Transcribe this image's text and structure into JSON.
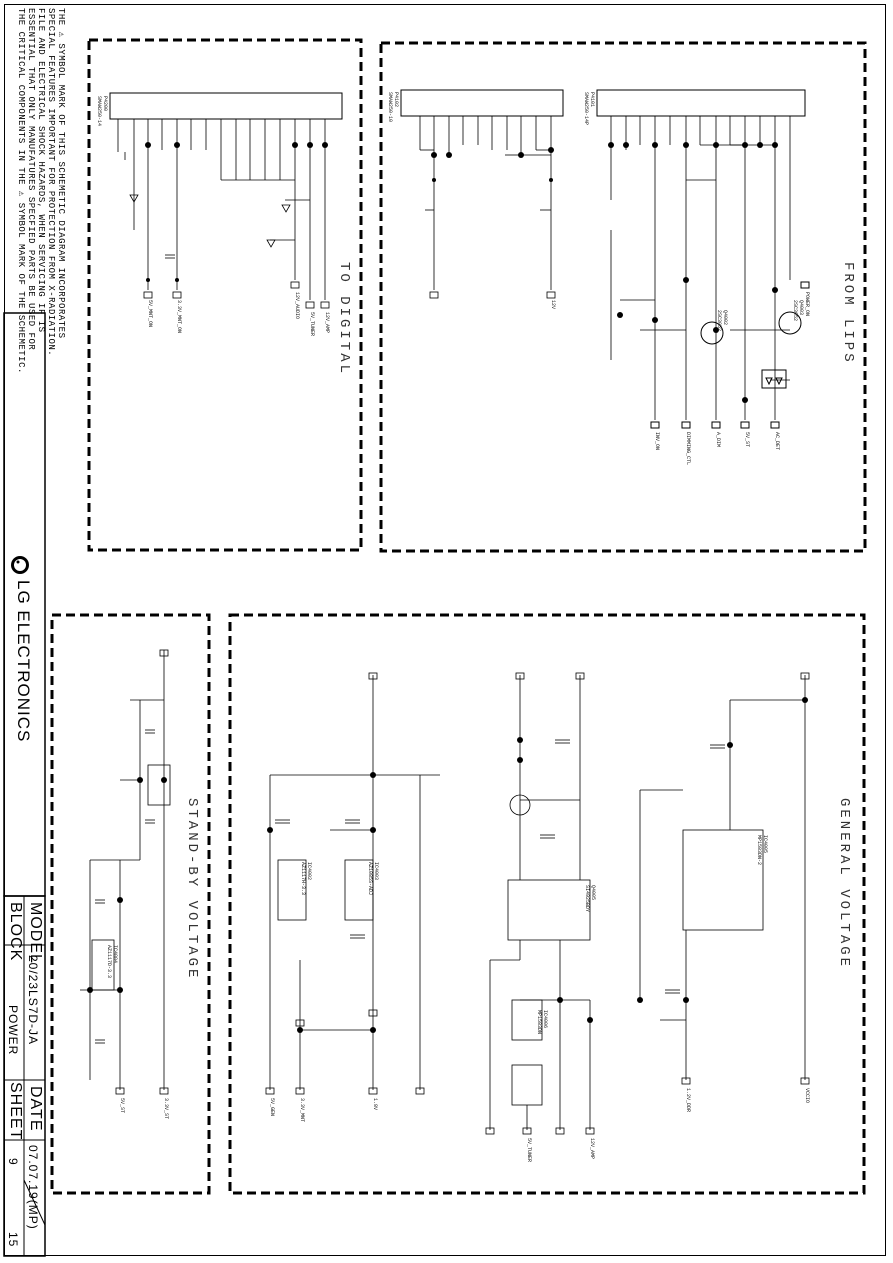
{
  "notice": {
    "line1": "THE ⚠ SYMBOL MARK OF THIS SCHEMETIC DIAGRAM INCORPORATES",
    "line2": "SPECIAL FEATURES IMPORTANT FOR PROTECTION FROM X-RADIATION.",
    "line3": "FILE AND ELECTRICAL SHOCK HAZARDS, WHEN SERVICING IF IS",
    "line4": "ESSENTIAL THAT ONLY MANUFATURES SPECFIED PARTS BE USED FOR",
    "line5": "THE CRITICAL COMPONENTS IN THE ⚠ SYMBOL MARK OF THE SCHEMETIC."
  },
  "brand": {
    "name": "LG ELECTRONICS"
  },
  "title_block": {
    "model_label": "MODEL",
    "model_value": "20/23LS7D-JA",
    "date_label": "DATE",
    "date_value": "07.07.19(MP)",
    "block_label": "BLOCK",
    "block_value": "POWER",
    "sheet_label": "SHEET",
    "sheet_num": "9",
    "sheet_total": "15"
  },
  "sections": {
    "to_digital": "TO DIGITAL",
    "from_lips": "FROM LIPS",
    "standby": "STAND-BY VOLTAGE",
    "general": "GENERAL VOLTAGE"
  },
  "connectors": {
    "p4200": "P4200\nSMAW250-14",
    "p4102": "P4102\nSMAW250-10",
    "p4101": "P4101\nSMAW250-14P"
  },
  "net_labels": {
    "to_digital": [
      "5V_MNT_ON",
      "3.3V_MNT_ON",
      "12V_AUDIO",
      "5V_TUNER",
      "12V_AMP"
    ],
    "from_lips": [
      "INV_ON",
      "DIMMING_CTL",
      "A_DIM",
      "5V_ST",
      "AC_DET",
      "12V",
      "POWER_ON"
    ],
    "standby": [
      "5V_ST",
      "3.3V_ST"
    ],
    "general": [
      "5V_GEN",
      "3.3V_MNT",
      "1.8V",
      "12V_AMP",
      "5V_TUNER",
      "1.2V_DDR",
      "VCCIO"
    ]
  },
  "components": {
    "ic_standby": "IC4004\nAZ1117D-3.3",
    "ic_gen1": "IC4002\nAZ1117H-3.3",
    "ic_gen2": "IC4003\nAZ1085S-ADJ",
    "ic_gen3": "IC4006\nMP1583DN",
    "ic_gen4": "IC4005\nMP1583DN-2",
    "q_gen": "Q4005\nSI4925BDY",
    "q_lips1": "Q4002\n2SC3052",
    "q_lips2": "Q4003\n2SC3052"
  }
}
